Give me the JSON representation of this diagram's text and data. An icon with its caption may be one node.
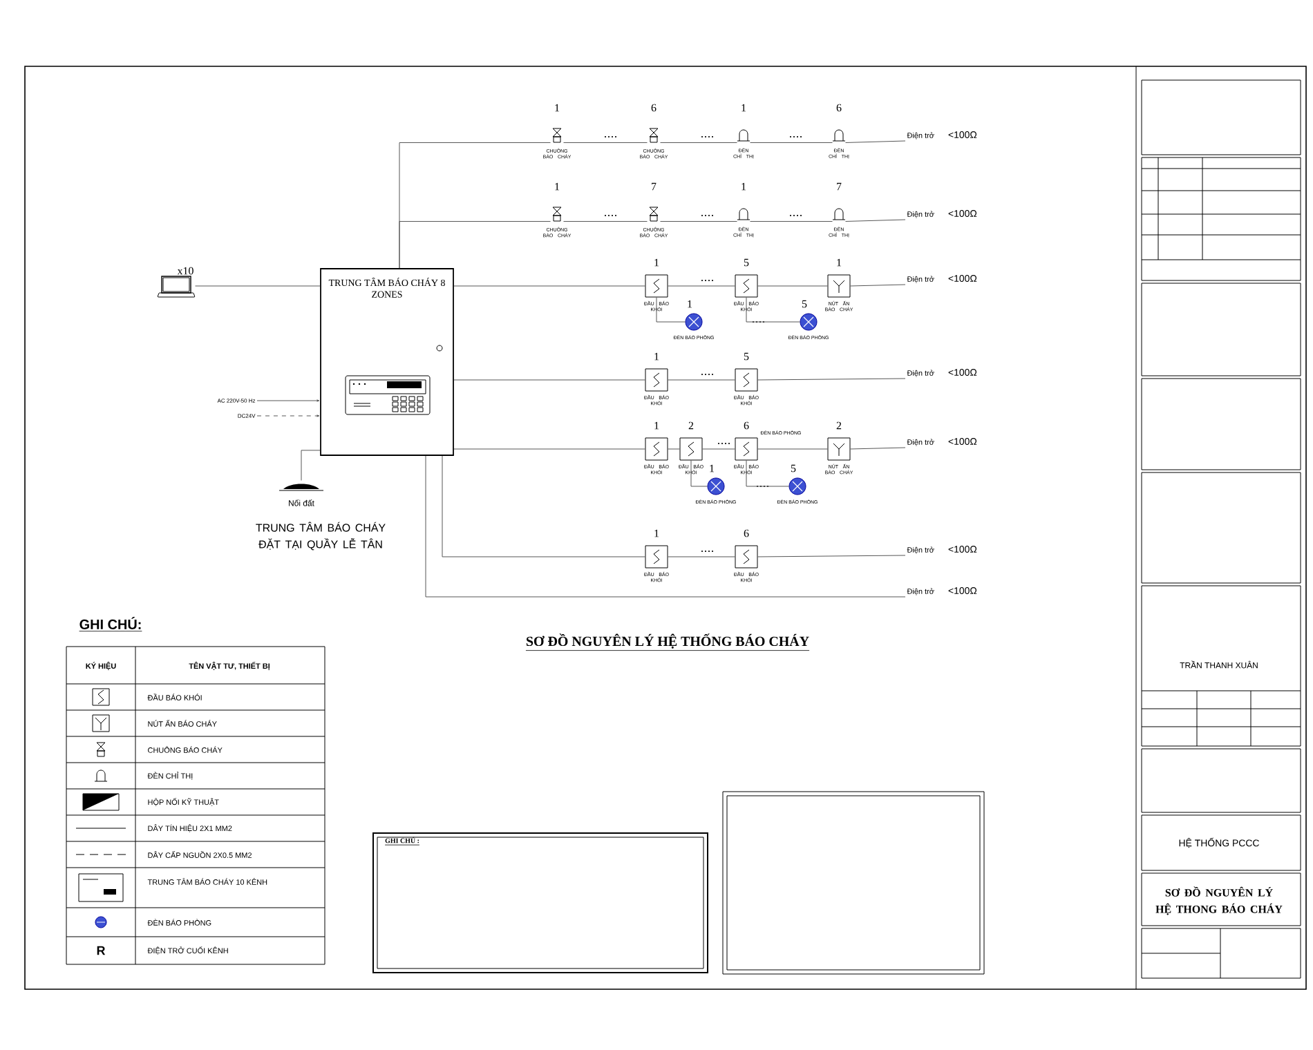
{
  "diagram": {
    "title": "SƠ ĐỒ NGUYÊN LÝ HỆ THỐNG BÁO CHÁY",
    "nodes": [
      {
        "text": [
          "TRUNG TÂM BÁO CHÁY 8 ZONES"
        ]
      },
      {
        "text": [],
        "shape": "picture",
        "beside": [
          "x10"
        ]
      },
      {
        "text": [
          "AC 220V-50 Hz"
        ]
      },
      {
        "text": [
          "DC24V"
        ]
      },
      {
        "text": [],
        "shape": "picture",
        "beside": [
          "Nối đất"
        ]
      },
      {
        "text": [],
        "shape": "picture",
        "beside": [
          "1",
          "CHUÔNG BÁO CHÁY"
        ]
      },
      {
        "text": [],
        "shape": "picture",
        "beside": [
          "6",
          "CHUÔNG BÁO CHÁY"
        ]
      },
      {
        "text": [],
        "shape": "picture",
        "beside": [
          "1",
          "ĐÈN CHỈ THỊ"
        ]
      },
      {
        "text": [],
        "shape": "picture",
        "beside": [
          "6",
          "ĐÈN CHỈ THỊ"
        ]
      },
      {
        "text": [
          "Điện trở",
          "<100Ω"
        ]
      },
      {
        "text": [],
        "shape": "picture",
        "beside": [
          "1",
          "CHUÔNG BÁO CHÁY"
        ]
      },
      {
        "text": [],
        "shape": "picture",
        "beside": [
          "7",
          "CHUÔNG BÁO CHÁY"
        ]
      },
      {
        "text": [],
        "shape": "picture",
        "beside": [
          "1",
          "ĐÈN CHỈ THỊ"
        ]
      },
      {
        "text": [],
        "shape": "picture",
        "beside": [
          "7",
          "ĐÈN CHỈ THỊ"
        ]
      },
      {
        "text": [
          "Điện trở",
          "<100Ω"
        ]
      },
      {
        "text": [],
        "shape": "box",
        "beside": [
          "1",
          "ĐẦU BÁO KHÓI"
        ]
      },
      {
        "text": [],
        "shape": "box",
        "beside": [
          "5",
          "ĐẦU BÁO KHÓI"
        ]
      },
      {
        "text": [],
        "shape": "box",
        "beside": [
          "1",
          "NÚT ẤN BÁO CHÁY"
        ]
      },
      {
        "text": [
          "Điện trở",
          "<100Ω"
        ]
      },
      {
        "text": [],
        "shape": "circle",
        "beside": [
          "1",
          "ĐÈN BÁO PHÒNG"
        ]
      },
      {
        "text": [],
        "shape": "circle",
        "beside": [
          "5",
          "ĐÈN BÁO PHÒNG"
        ]
      },
      {
        "text": [],
        "shape": "box",
        "beside": [
          "1",
          "ĐẦU BÁO KHÓI"
        ]
      },
      {
        "text": [],
        "shape": "box",
        "beside": [
          "5",
          "ĐẦU BÁO KHÓI"
        ]
      },
      {
        "text": [
          "Điện trở",
          "<100Ω"
        ]
      },
      {
        "text": [],
        "shape": "box",
        "beside": [
          "1",
          "ĐẦU BÁO KHÓI"
        ]
      },
      {
        "text": [],
        "shape": "box",
        "beside": [
          "2",
          "ĐẦU BÁO KHÓI"
        ]
      },
      {
        "text": [],
        "shape": "box",
        "beside": [
          "6",
          "ĐẦU BÁO KHÓI"
        ]
      },
      {
        "text": [],
        "shape": "box",
        "beside": [
          "2",
          "NÚT ẤN BÁO CHÁY"
        ]
      },
      {
        "text": [
          "Điện trở",
          "<100Ω"
        ]
      },
      {
        "text": [],
        "shape": "circle",
        "beside": [
          "1",
          "ĐÈN BÁO PHÒNG"
        ]
      },
      {
        "text": [],
        "shape": "circle",
        "beside": [
          "5",
          "ĐÈN BÁO PHÒNG"
        ]
      },
      {
        "text": [],
        "shape": "box",
        "beside": [
          "1",
          "ĐẦU BÁO KHÓI"
        ]
      },
      {
        "text": [],
        "shape": "box",
        "beside": [
          "6",
          "ĐẦU BÁO KHÓI"
        ]
      },
      {
        "text": [
          "Điện trở",
          "<100Ω"
        ]
      },
      {
        "text": [
          "Điện trở",
          "<100Ω"
        ]
      }
    ],
    "edges": [
      {
        "from": 1,
        "to": 0,
        "arrow": "none"
      },
      {
        "from": 2,
        "to": 0,
        "arrow": "to"
      },
      {
        "from": 3,
        "to": 0,
        "arrow": "to",
        "style": "dashed"
      },
      {
        "from": 0,
        "to": 4,
        "arrow": "none"
      },
      {
        "from": 0,
        "to": 5,
        "arrow": "none"
      },
      {
        "from": 5,
        "to": 6,
        "arrow": "none"
      },
      {
        "from": 6,
        "to": 7,
        "arrow": "none"
      },
      {
        "from": 7,
        "to": 8,
        "arrow": "none"
      },
      {
        "from": 8,
        "to": 9,
        "arrow": "none"
      },
      {
        "from": 0,
        "to": 10,
        "arrow": "none"
      },
      {
        "from": 10,
        "to": 11,
        "arrow": "none"
      },
      {
        "from": 11,
        "to": 12,
        "arrow": "none"
      },
      {
        "from": 12,
        "to": 13,
        "arrow": "none"
      },
      {
        "from": 13,
        "to": 14,
        "arrow": "none"
      },
      {
        "from": 0,
        "to": 15,
        "arrow": "none"
      },
      {
        "from": 15,
        "to": 16,
        "arrow": "none"
      },
      {
        "from": 16,
        "to": 17,
        "arrow": "none"
      },
      {
        "from": 17,
        "to": 18,
        "arrow": "none"
      },
      {
        "from": 15,
        "to": 19,
        "arrow": "none"
      },
      {
        "from": 16,
        "to": 20,
        "arrow": "none"
      },
      {
        "from": 0,
        "to": 21,
        "arrow": "none"
      },
      {
        "from": 21,
        "to": 22,
        "arrow": "none"
      },
      {
        "from": 22,
        "to": 23,
        "arrow": "none"
      },
      {
        "from": 0,
        "to": 24,
        "arrow": "none"
      },
      {
        "from": 24,
        "to": 25,
        "arrow": "none"
      },
      {
        "from": 25,
        "to": 26,
        "arrow": "none"
      },
      {
        "from": 26,
        "to": 27,
        "arrow": "none"
      },
      {
        "from": 27,
        "to": 28,
        "arrow": "none"
      },
      {
        "from": 25,
        "to": 29,
        "arrow": "none"
      },
      {
        "from": 26,
        "to": 30,
        "arrow": "none"
      },
      {
        "from": 0,
        "to": 31,
        "arrow": "none"
      },
      {
        "from": 31,
        "to": 32,
        "arrow": "none"
      },
      {
        "from": 32,
        "to": 33,
        "arrow": "none"
      },
      {
        "from": 0,
        "to": 34,
        "arrow": "none"
      }
    ],
    "labels": [
      "TRUNG TÂM BÁO CHÁY ĐẶT TẠI QUẦY LỄ TÂN",
      "ĐÈN BÁO PHÒNG",
      "GHI CHÚ:",
      "KÝ HIỆU",
      "TÊN VẬT TƯ, THIẾT BỊ",
      "R",
      "GHI CHÚ :",
      "TRẦN THANH XUÂN",
      "HỆ THỐNG PCCC",
      "SƠ ĐỒ NGUYÊN LÝ HỆ THONG BÁO CHÁY"
    ],
    "legend": [
      {
        "text": "ĐẦU BÁO KHÓI"
      },
      {
        "text": "NÚT ẤN BÁO CHÁY"
      },
      {
        "text": "CHUÔNG BÁO CHÁY"
      },
      {
        "text": "ĐÈN CHỈ THỊ"
      },
      {
        "text": "HỘP NỐI KỸ THUẬT"
      },
      {
        "text": "DÂY TÍN HIỆU 2X1 MM2"
      },
      {
        "text": "DÂY CẤP NGUỒN 2X0.5 MM2"
      },
      {
        "text": "TRUNG TÂM BÁO CHÁY 10 KÊNH"
      },
      {
        "text": "ĐÈN BÁO PHÒNG"
      },
      {
        "text": "ĐIỆN TRỞ CUỐI KÊNH"
      }
    ]
  }
}
